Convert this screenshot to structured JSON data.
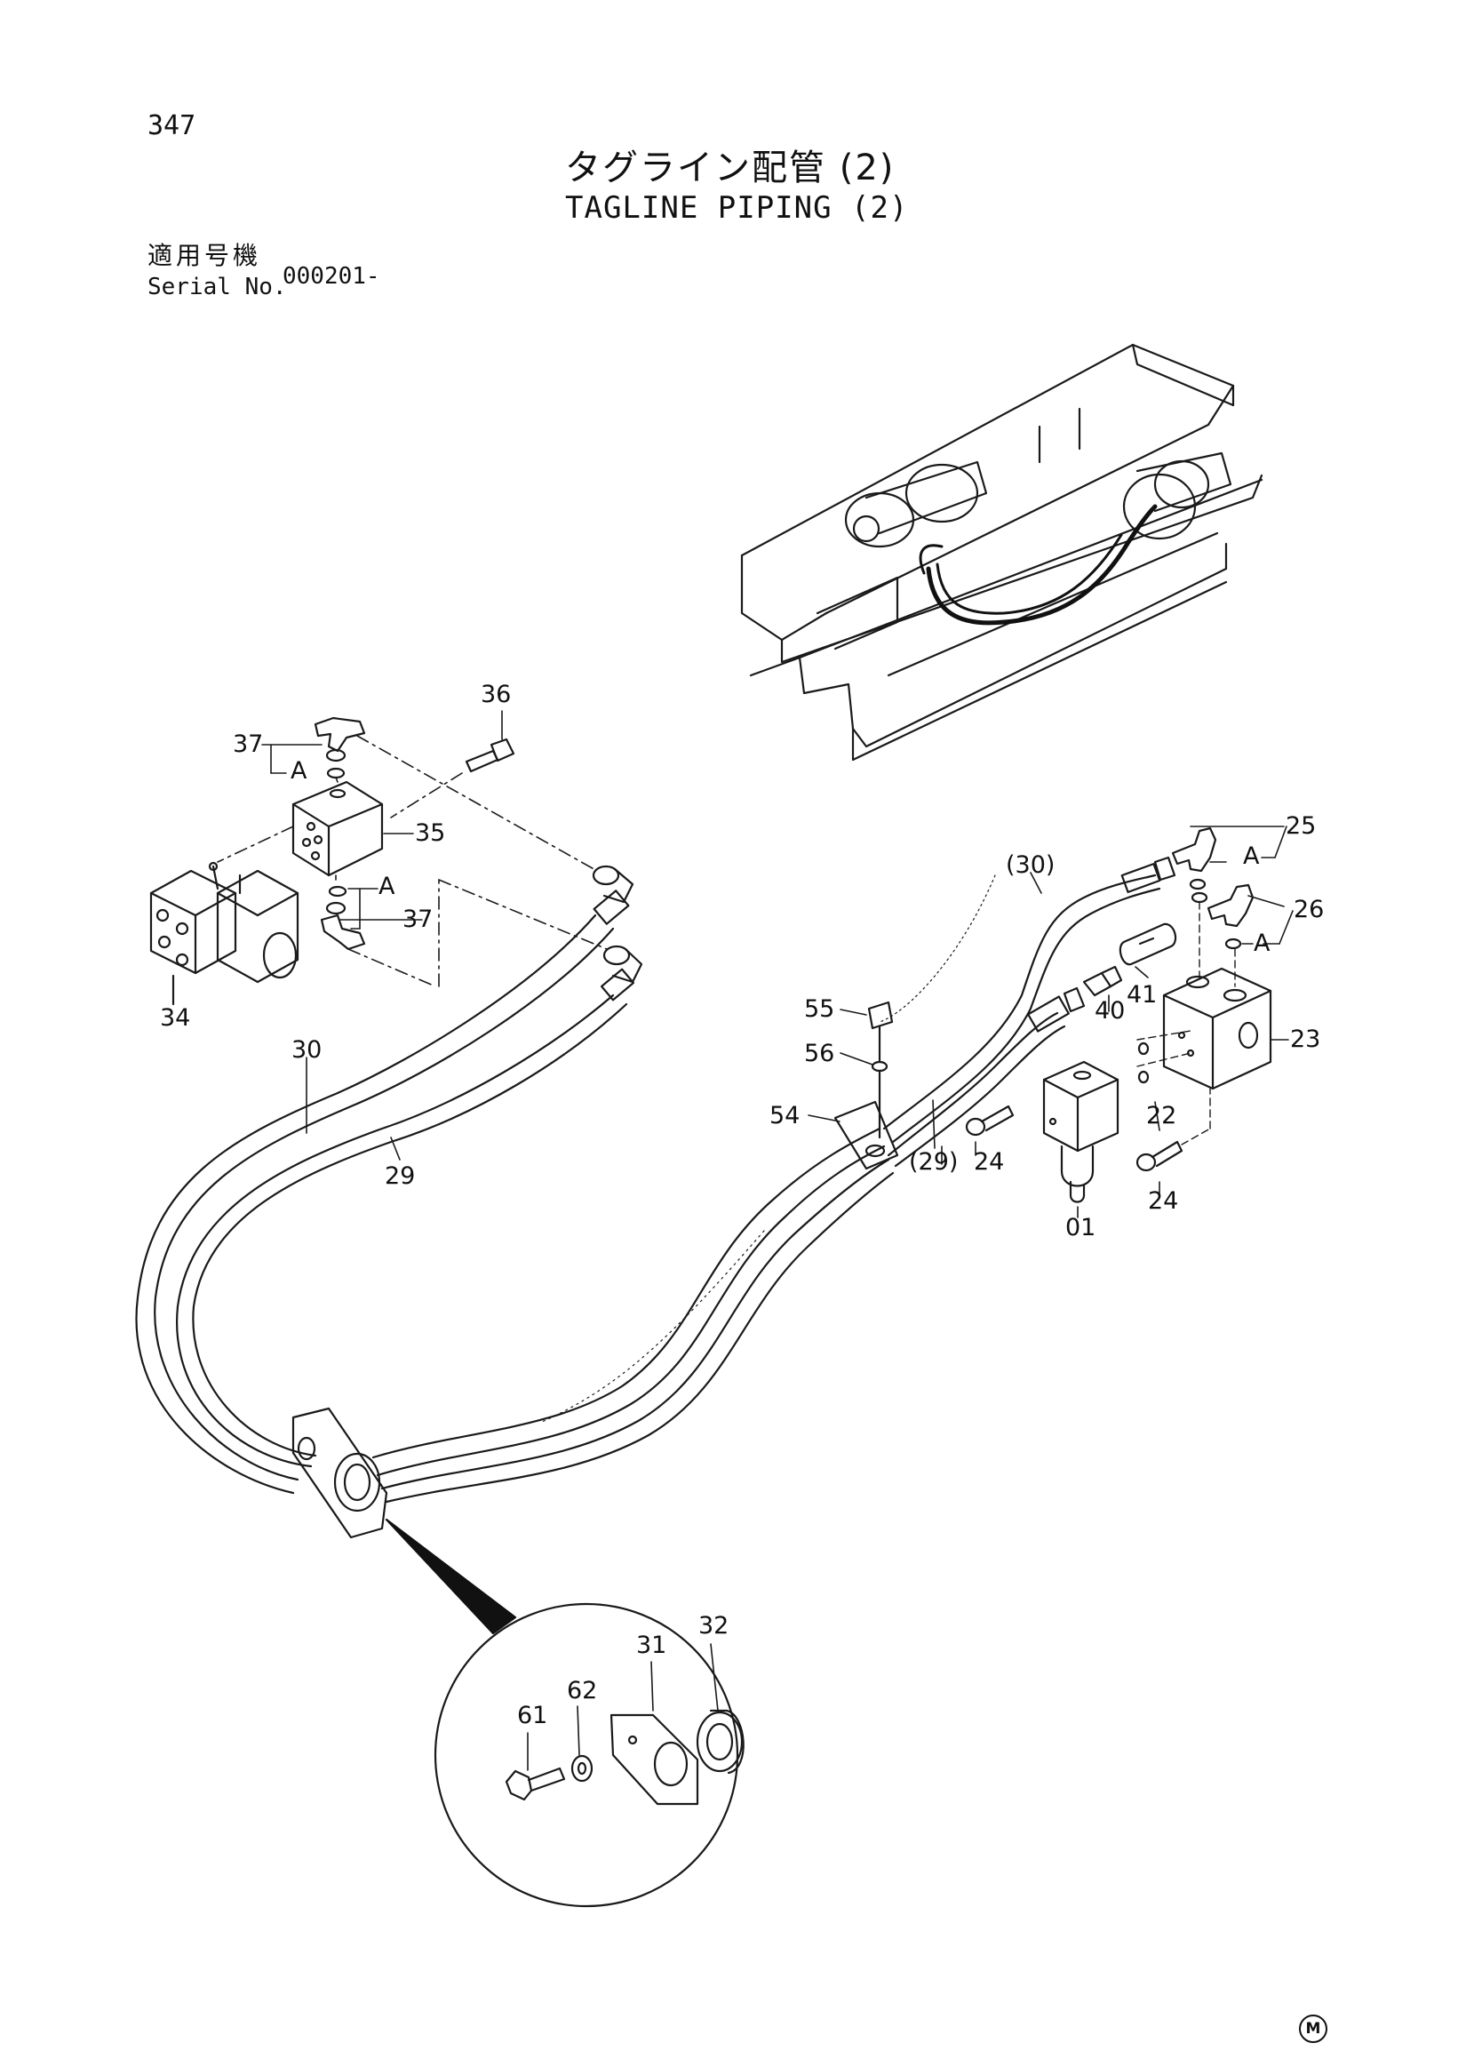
{
  "header": {
    "page_number": "347",
    "title_ja": "タグライン配管 (2)",
    "title_en": "TAGLINE PIPING (2)",
    "serial_label_ja": "適用号機",
    "serial_label_en": "Serial No.",
    "serial_range": "000201-"
  },
  "callouts": {
    "p01": "01",
    "p22": "22",
    "p23": "23",
    "p24a": "24",
    "p24b": "24",
    "p25": "25",
    "p26": "26",
    "p29": "29",
    "p29_ref": "(29)",
    "p30": "30",
    "p30_ref": "(30)",
    "p31": "31",
    "p32": "32",
    "p34": "34",
    "p35": "35",
    "p36": "36",
    "p37a": "37",
    "p37b": "37",
    "p40": "40",
    "p41": "41",
    "p54": "54",
    "p55": "55",
    "p56": "56",
    "p61": "61",
    "p62": "62",
    "view_a1": "A",
    "view_a2": "A",
    "view_a3": "A",
    "view_a4": "A"
  },
  "footer": {
    "manufacturer_mark": "M"
  }
}
